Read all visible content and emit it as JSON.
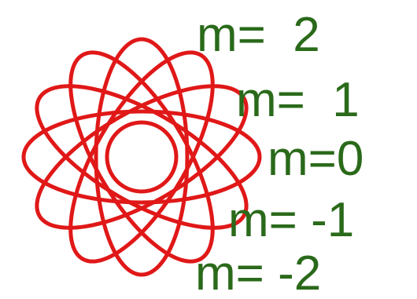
{
  "labels": [
    {
      "text": "m=  2"
    },
    {
      "text": "m=  1"
    },
    {
      "text": "m=0"
    },
    {
      "text": "m= -1"
    },
    {
      "text": "m= -2"
    }
  ],
  "colors": {
    "orbit": "#e01818",
    "label": "#2a6a1a",
    "background": "#ffffff"
  }
}
